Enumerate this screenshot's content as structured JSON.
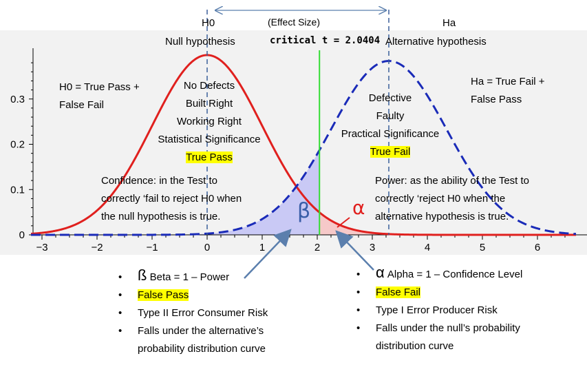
{
  "chart_data": {
    "type": "line",
    "x_range": [
      -3.2,
      6.7
    ],
    "y_range": [
      0,
      0.4
    ],
    "x_ticks": [
      "-3",
      "-2",
      "-1",
      "0",
      "1",
      "2",
      "3",
      "4",
      "5",
      "6"
    ],
    "y_ticks": [
      "0",
      "0.1",
      "0.2",
      "0.3"
    ],
    "series": [
      {
        "name": "H0",
        "dist": "normal",
        "mean": 0,
        "peak": 0.397,
        "sd": 1.0,
        "color": "#e0201e",
        "dash": "solid"
      },
      {
        "name": "Ha",
        "dist": "normal",
        "mean": 3.3,
        "peak": 0.384,
        "sd": 1.05,
        "color": "#1a2bb8",
        "dash": "dashed"
      }
    ],
    "critical_x": 2.0404,
    "critical_color": "#33dd33",
    "beta_fill_color": "#c9c9f5",
    "alpha_fill_color": "#f6c9c9",
    "effect_size_from": 0,
    "effect_size_to": 3.3
  },
  "labels": {
    "h0": "H0",
    "null_hypothesis": "Null hypothesis",
    "effect_size": "(Effect Size)",
    "critical_t": "critical t = 2.0404",
    "ha": "Ha",
    "alt_hypothesis": "Alternative hypothesis",
    "h0_def_1": "H0 = True Pass +",
    "h0_def_2": "False Fail",
    "ha_def_1": "Ha = True Fail +",
    "ha_def_2": "False Pass",
    "null_props": [
      "No Defects",
      "Built Right",
      "Working Right",
      "Statistical Significance"
    ],
    "true_pass": "True Pass",
    "alt_props": [
      "Defective",
      "Faulty",
      "Practical Significance"
    ],
    "true_fail": "True Fail",
    "confidence": [
      "Confidence: in the Test to",
      "correctly ‘fail to reject H0 when",
      "the null hypothesis is true."
    ],
    "power": [
      "Power: as the ability of the Test to",
      "correctly ‘reject H0 when the",
      "alternative hypothesis is true."
    ],
    "beta_symbol": "β",
    "alpha_symbol": "α"
  },
  "beta_list": {
    "symbol": "ß",
    "title": " Beta = 1 – Power",
    "items": [
      "False Pass",
      "Type II Error Consumer Risk",
      "Falls under the alternative’s"
    ],
    "continuation": "probability distribution curve",
    "highlight_index": 0
  },
  "alpha_list": {
    "symbol": "α",
    "title": " Alpha = 1 – Confidence Level",
    "items": [
      "False Fail",
      "Type I Error Producer Risk",
      "Falls under the null’s probability"
    ],
    "continuation": "distribution curve",
    "highlight_index": 0
  },
  "bullet_char": "•"
}
